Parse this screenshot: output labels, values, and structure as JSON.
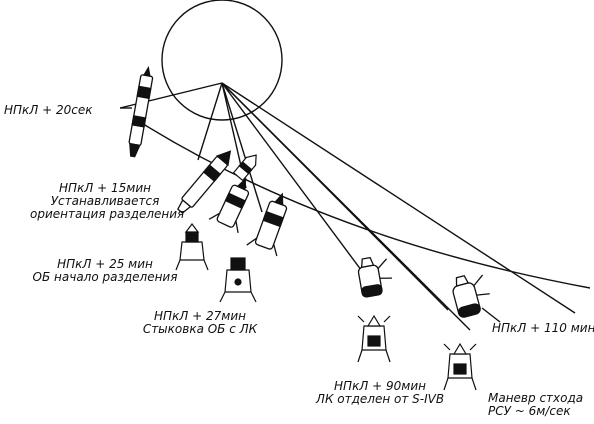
{
  "colors": {
    "ink": "#111111",
    "paper": "#ffffff"
  },
  "labels": {
    "t20s": "НПкЛ + 20сек",
    "t15m": [
      "НПкЛ + 15мин",
      "Устанавливается",
      "ориентация разделения"
    ],
    "t25m": [
      "НПкЛ + 25 мин",
      "ОБ начало разделения"
    ],
    "t27m": [
      "НПкЛ + 27мин",
      "Стыковка ОБ с ЛК"
    ],
    "t90m": [
      "НПкЛ + 90мин",
      "ЛК отделен от S-IVB"
    ],
    "t110m": "НПкЛ + 110 мин",
    "maneuver": [
      "Маневр стхода",
      "РСУ ~ 6м/сек"
    ]
  }
}
